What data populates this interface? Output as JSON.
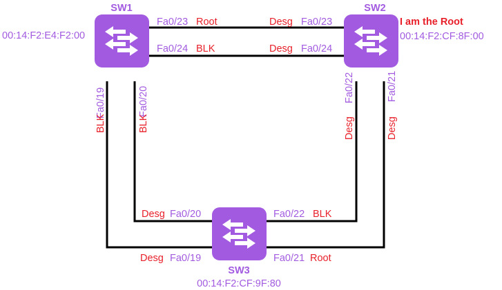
{
  "colors": {
    "switch": "#A25BE0",
    "port": "#A25BE0",
    "role": "#E8202A",
    "link": "#000000"
  },
  "switches": {
    "sw1": {
      "name": "SW1",
      "mac": "00:14:F2:E4:F2:00",
      "icon": "switch-icon"
    },
    "sw2": {
      "name": "SW2",
      "mac": "00:14:F2:CF:8F:00",
      "note": "I am the Root",
      "icon": "switch-icon"
    },
    "sw3": {
      "name": "SW3",
      "mac": "00:14:F2:CF:9F:80",
      "icon": "switch-icon"
    }
  },
  "ports": {
    "sw1_fa023": {
      "port": "Fa0/23",
      "role": "Root"
    },
    "sw1_fa024": {
      "port": "Fa0/24",
      "role": "BLK"
    },
    "sw2_fa023": {
      "port": "Fa0/23",
      "role": "Desg"
    },
    "sw2_fa024": {
      "port": "Fa0/24",
      "role": "Desg"
    },
    "sw1_fa019": {
      "port": "Fa0/19",
      "role": "BLK"
    },
    "sw1_fa020": {
      "port": "Fa0/20",
      "role": "BLK"
    },
    "sw2_fa022": {
      "port": "Fa0/22",
      "role": "Desg"
    },
    "sw2_fa021": {
      "port": "Fa0/21",
      "role": "Desg"
    },
    "sw3_fa020": {
      "port": "Fa0/20",
      "role": "Desg"
    },
    "sw3_fa022": {
      "port": "Fa0/22",
      "role": "BLK"
    },
    "sw3_fa019": {
      "port": "Fa0/19",
      "role": "Desg"
    },
    "sw3_fa021": {
      "port": "Fa0/21",
      "role": "Root"
    }
  }
}
